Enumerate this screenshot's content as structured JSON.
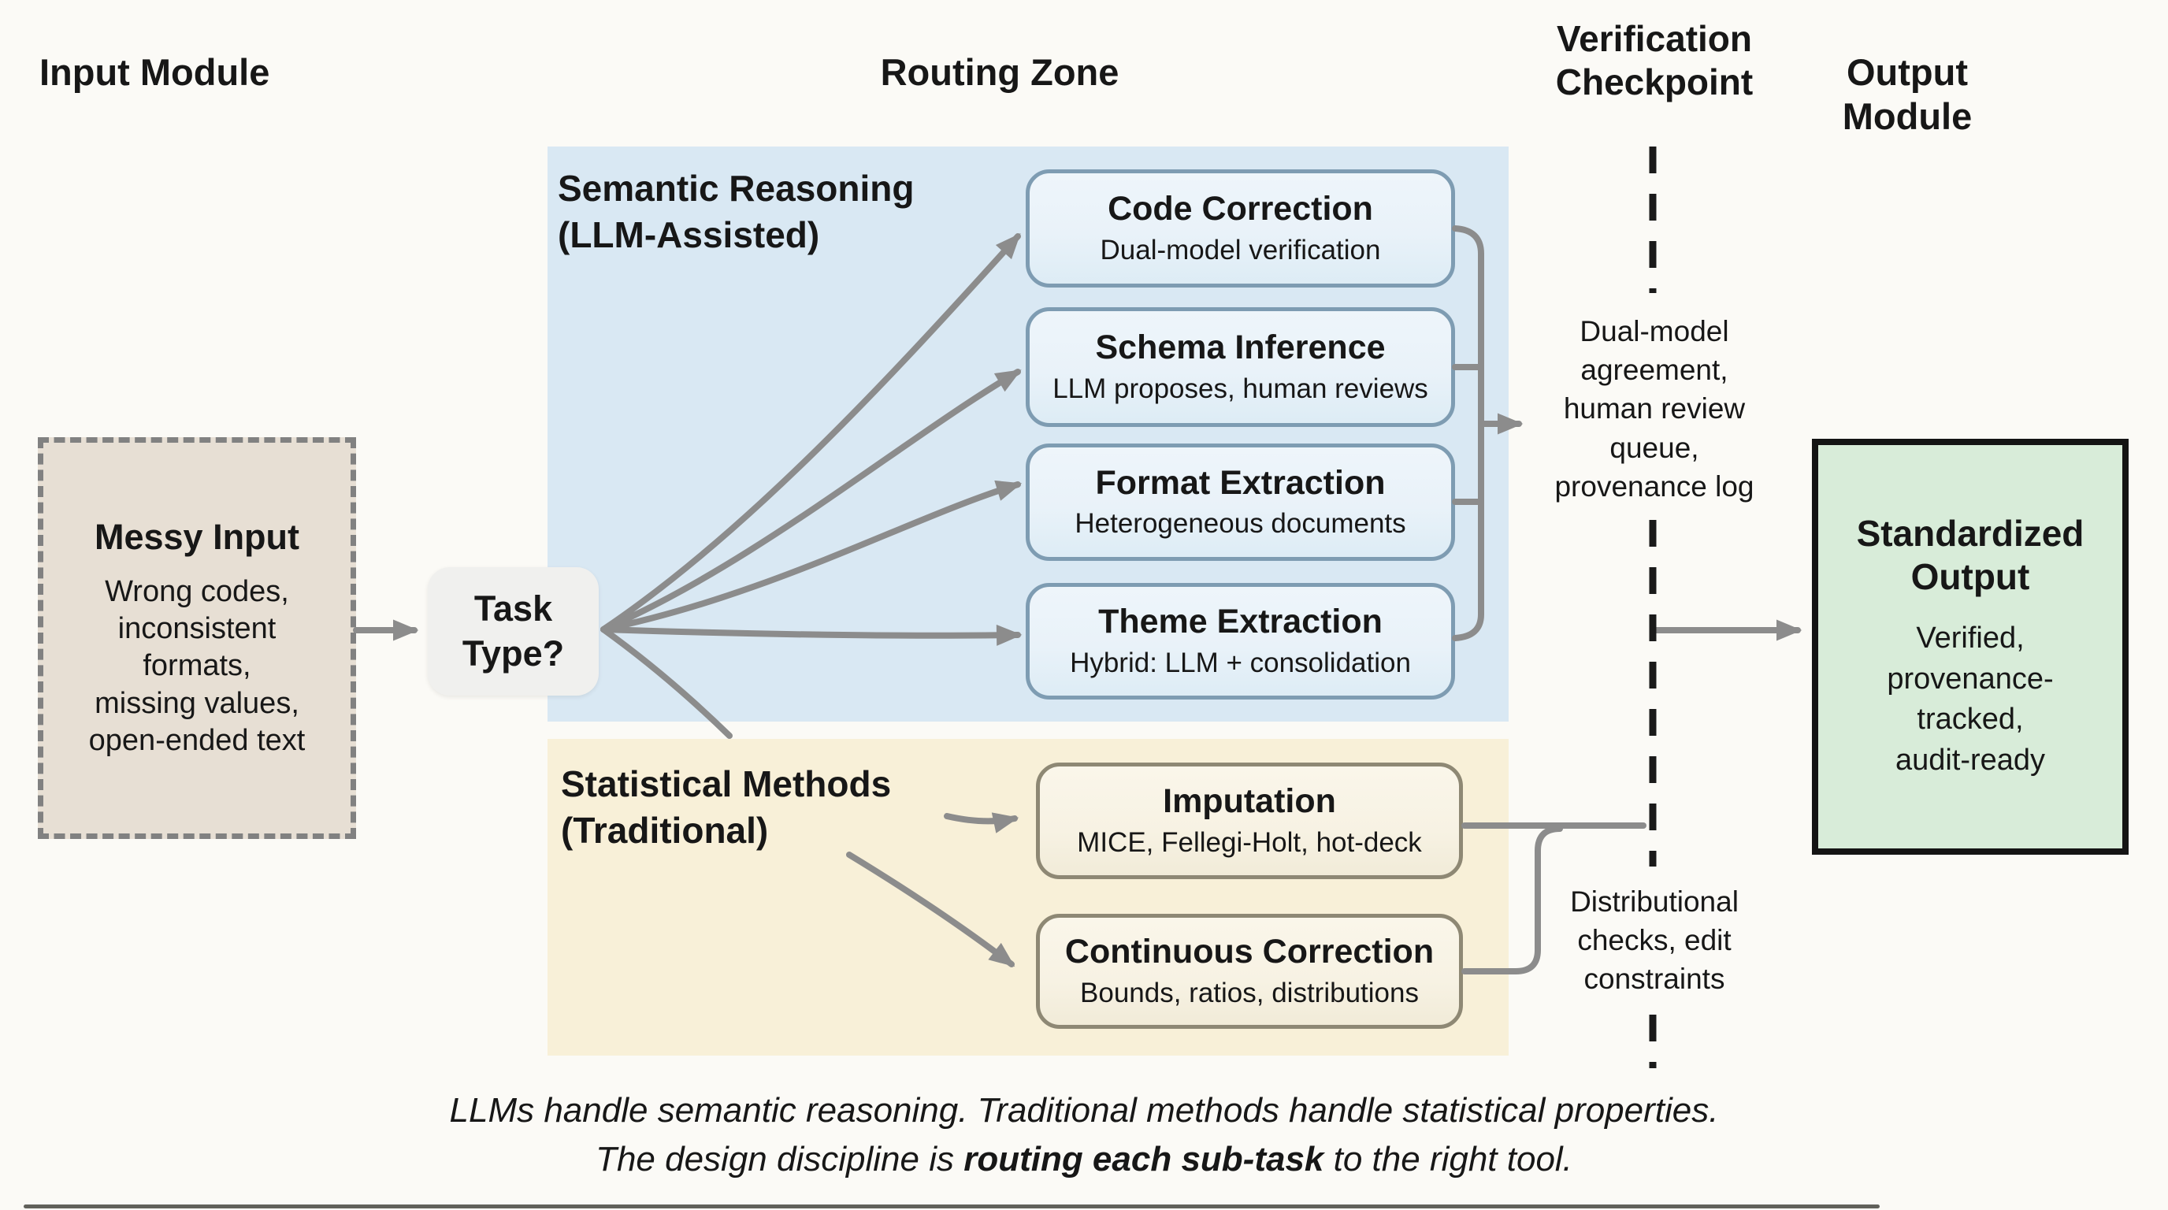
{
  "headers": {
    "input": "Input Module",
    "routing": "Routing Zone",
    "verification": "Verification\nCheckpoint",
    "output": "Output Module"
  },
  "input_module": {
    "title": "Messy Input",
    "body": "Wrong codes,\ninconsistent\nformats,\nmissing values,\nopen-ended text"
  },
  "router": {
    "label": "Task\nType?"
  },
  "semantic_zone": {
    "title": "Semantic Reasoning\n(LLM-Assisted)",
    "boxes": [
      {
        "title": "Code Correction",
        "subtitle": "Dual-model verification"
      },
      {
        "title": "Schema Inference",
        "subtitle": "LLM proposes, human reviews"
      },
      {
        "title": "Format Extraction",
        "subtitle": "Heterogeneous documents"
      },
      {
        "title": "Theme Extraction",
        "subtitle": "Hybrid: LLM + consolidation"
      }
    ]
  },
  "statistical_zone": {
    "title": "Statistical Methods\n(Traditional)",
    "boxes": [
      {
        "title": "Imputation",
        "subtitle": "MICE, Fellegi-Holt, hot-deck"
      },
      {
        "title": "Continuous Correction",
        "subtitle": "Bounds, ratios, distributions"
      }
    ]
  },
  "verification": {
    "semantic_note": "Dual-model\nagreement,\nhuman review\nqueue,\nprovenance log",
    "statistical_note": "Distributional\nchecks, edit\nconstraints"
  },
  "output_module": {
    "title": "Standardized\nOutput",
    "body": "Verified,\nprovenance-\ntracked,\naudit-ready"
  },
  "caption": {
    "line1": "LLMs handle semantic reasoning. Traditional methods handle statistical properties.",
    "line2_prefix": "The design discipline is ",
    "line2_bold": "routing each sub-task",
    "line2_suffix": " to the right tool."
  },
  "colors": {
    "bg": "#fbfaf6",
    "ink": "#171717",
    "semantic-zone": "#d9e8f3",
    "statistical-zone": "#f8f0d8",
    "semantic-box-border": "#7e9cb2",
    "semantic-box-fill": "#e9f2f9",
    "statistical-box-border": "#8e8874",
    "statistical-box-fill": "#f7f2e3",
    "input-box-fill": "#e7dfd4",
    "router-fill": "#f0f0ee",
    "output-fill": "#d8ecd9",
    "connector": "#8c8c8c",
    "dashed-line": "#1a1a1a"
  }
}
